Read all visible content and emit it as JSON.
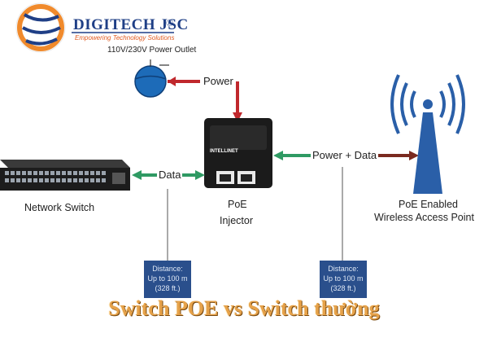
{
  "brand": {
    "name": "DIGITECH JSC",
    "registered": "®",
    "tagline": "Empowering Technology Solutions"
  },
  "nodes": {
    "outlet": "110V/230V Power Outlet",
    "switch": "Network Switch",
    "injector_line1": "PoE",
    "injector_line2": "Injector",
    "injector_brand": "INTELLINET",
    "ap_line1": "PoE Enabled",
    "ap_line2": "Wireless Access Point"
  },
  "edges": {
    "power": "Power",
    "data": "Data",
    "power_data": "Power + Data"
  },
  "distance_boxes": [
    {
      "line1": "Distance:",
      "line2": "Up to 100 m",
      "line3": "(328 ft.)"
    },
    {
      "line1": "Distance:",
      "line2": "Up to 100 m",
      "line3": "(328 ft.)"
    }
  ],
  "footer_title": "Switch POE vs Switch thường",
  "colors": {
    "power_arrow": "#c0282d",
    "data_arrow": "#2f9a63",
    "powerdata_arrow": "#7a2a20",
    "brand_blue": "#1f3f86",
    "box_blue": "#2a4f8c",
    "title_gold": "#e6a24a"
  }
}
